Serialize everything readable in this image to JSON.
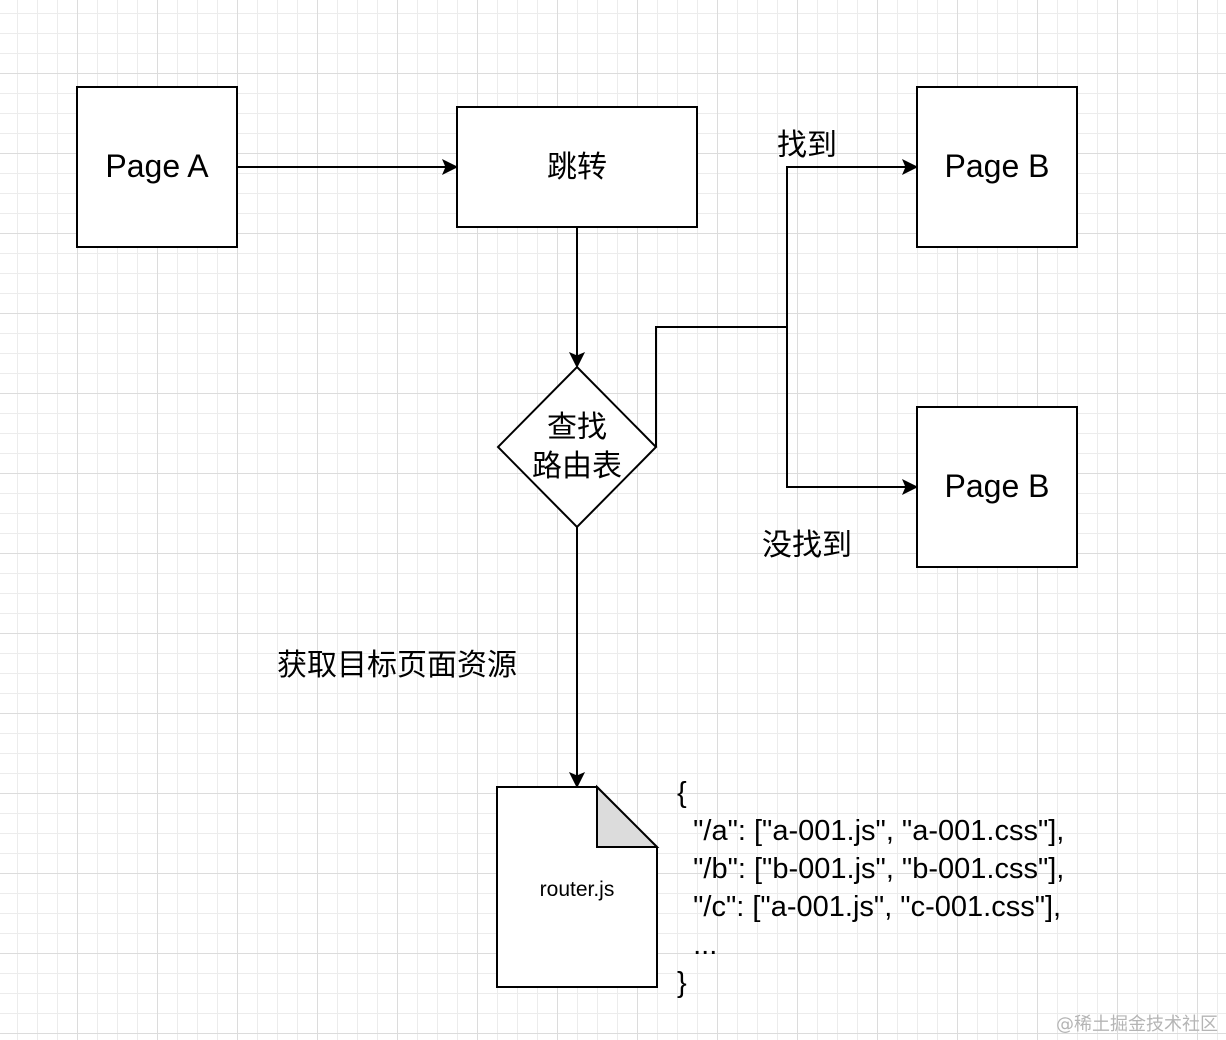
{
  "nodes": {
    "page_a": "Page A",
    "jump": "跳转",
    "lookup_line1": "查找",
    "lookup_line2": "路由表",
    "page_b_found": "Page B",
    "page_b_not_found": "Page B",
    "router_file": "router.js"
  },
  "edges": {
    "found": "找到",
    "not_found": "没找到",
    "fetch_resources": "获取目标页面资源"
  },
  "router_code": [
    "{",
    "  \"/a\": [\"a-001.js\", \"a-001.css\"],",
    "  \"/b\": [\"b-001.js\", \"b-001.css\"],",
    "  \"/c\": [\"a-001.js\", \"c-001.css\"],",
    "  ...",
    "}"
  ],
  "watermark": "@稀土掘金技术社区"
}
